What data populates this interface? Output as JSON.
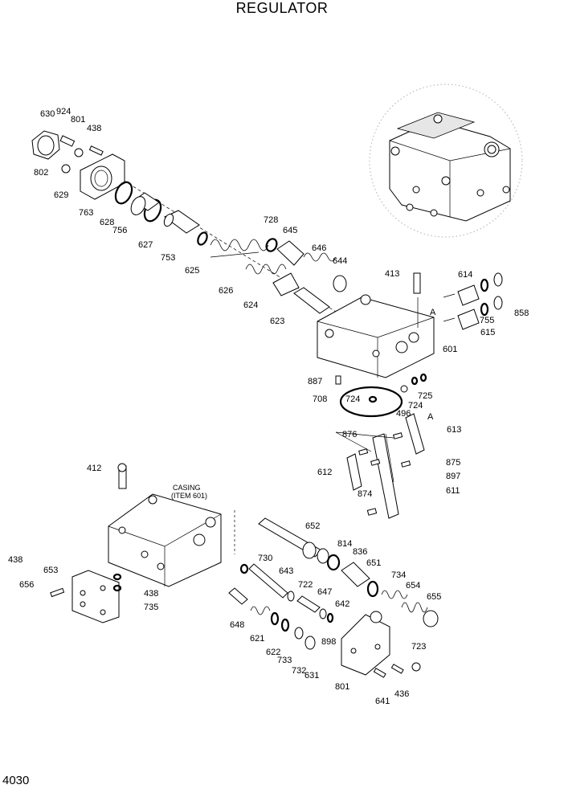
{
  "title": "REGULATOR",
  "page_number": "4030",
  "casing_note": [
    "CASING",
    "(ITEM 601)"
  ],
  "view_marker": "A",
  "callouts": [
    "630",
    "924",
    "801",
    "438",
    "802",
    "629",
    "763",
    "628",
    "756",
    "627",
    "753",
    "625",
    "728",
    "645",
    "646",
    "644",
    "626",
    "624",
    "623",
    "413",
    "614",
    "858",
    "755",
    "615",
    "601",
    "887",
    "708",
    "724",
    "724",
    "725",
    "496",
    "876",
    "613",
    "875",
    "612",
    "897",
    "874",
    "611",
    "412",
    "652",
    "814",
    "836",
    "651",
    "730",
    "643",
    "734",
    "654",
    "655",
    "653",
    "656",
    "438",
    "735",
    "722",
    "647",
    "642",
    "648",
    "621",
    "622",
    "733",
    "732",
    "631",
    "898",
    "723",
    "801",
    "641",
    "436",
    "438"
  ]
}
